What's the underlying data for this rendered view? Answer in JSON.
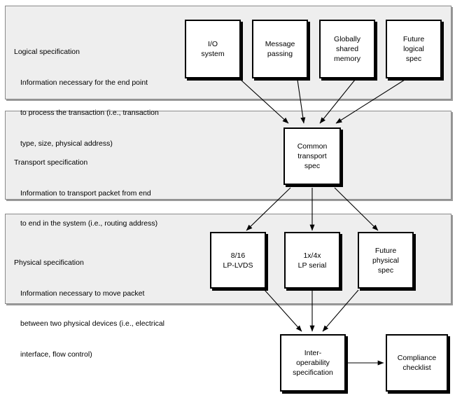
{
  "diagram": {
    "title": "Specification layering diagram",
    "background": "#ffffff",
    "panel_fill": "#eeeeee",
    "panel_border": "#8a8a8a",
    "node_border": "#000000",
    "node_fill": "#ffffff",
    "arrow_color": "#000000"
  },
  "panels": [
    {
      "id": "logical",
      "title": "Logical specification",
      "lines": [
        "Information necessary for the end point",
        "to process the transaction (i.e., transaction",
        "type, size, physical address)"
      ]
    },
    {
      "id": "transport",
      "title": "Transport specification",
      "lines": [
        "Information to transport packet from end",
        "to end in the system (i.e., routing address)"
      ]
    },
    {
      "id": "physical",
      "title": "Physical specification",
      "lines": [
        "Information necessary to move packet",
        "between two physical devices (i.e., electrical",
        "interface, flow control)"
      ]
    }
  ],
  "nodes": {
    "io_system": "I/O\nsystem",
    "message_passing": "Message\npassing",
    "globally_shared_memory": "Globally\nshared\nmemory",
    "future_logical_spec": "Future\nlogical\nspec",
    "common_transport_spec": "Common\ntransport\nspec",
    "lp_lvds": "8/16\nLP-LVDS",
    "lp_serial": "1x/4x\nLP serial",
    "future_physical_spec": "Future\nphysical\nspec",
    "interoperability_specification": "Inter-\noperability\nspecification",
    "compliance_checklist": "Compliance\nchecklist"
  },
  "edges": [
    {
      "from": "io_system",
      "to": "common_transport_spec"
    },
    {
      "from": "message_passing",
      "to": "common_transport_spec"
    },
    {
      "from": "globally_shared_memory",
      "to": "common_transport_spec"
    },
    {
      "from": "future_logical_spec",
      "to": "common_transport_spec"
    },
    {
      "from": "common_transport_spec",
      "to": "lp_lvds"
    },
    {
      "from": "common_transport_spec",
      "to": "lp_serial"
    },
    {
      "from": "common_transport_spec",
      "to": "future_physical_spec"
    },
    {
      "from": "lp_lvds",
      "to": "interoperability_specification"
    },
    {
      "from": "lp_serial",
      "to": "interoperability_specification"
    },
    {
      "from": "future_physical_spec",
      "to": "interoperability_specification"
    },
    {
      "from": "interoperability_specification",
      "to": "compliance_checklist"
    }
  ]
}
